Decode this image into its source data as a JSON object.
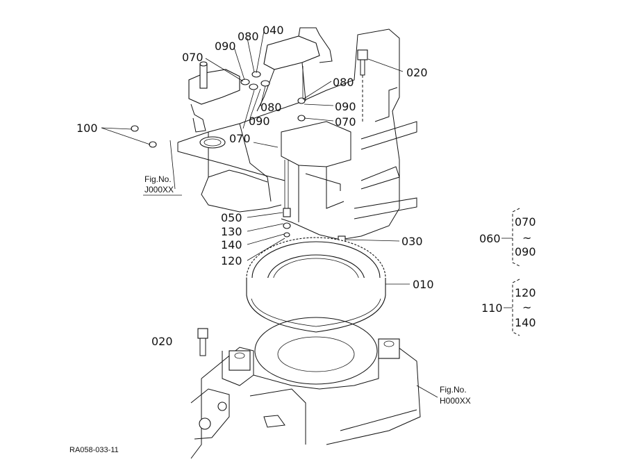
{
  "drawing_code": "RA058-033-11",
  "references": {
    "upper": {
      "line1": "Fig.No.",
      "line2": "J000XX"
    },
    "lower": {
      "line1": "Fig.No.",
      "line2": "H000XX"
    }
  },
  "callouts": [
    {
      "id": "c-040",
      "text": "040"
    },
    {
      "id": "c-080a",
      "text": "080"
    },
    {
      "id": "c-090a",
      "text": "090"
    },
    {
      "id": "c-070a",
      "text": "070"
    },
    {
      "id": "c-020a",
      "text": "020"
    },
    {
      "id": "c-080b",
      "text": "080"
    },
    {
      "id": "c-090b",
      "text": "090"
    },
    {
      "id": "c-070b",
      "text": "070"
    },
    {
      "id": "c-080c",
      "text": "080"
    },
    {
      "id": "c-090c",
      "text": "090"
    },
    {
      "id": "c-070c",
      "text": "070"
    },
    {
      "id": "c-100",
      "text": "100"
    },
    {
      "id": "c-050",
      "text": "050"
    },
    {
      "id": "c-130",
      "text": "130"
    },
    {
      "id": "c-140",
      "text": "140"
    },
    {
      "id": "c-120",
      "text": "120"
    },
    {
      "id": "c-030",
      "text": "030"
    },
    {
      "id": "c-010",
      "text": "010"
    },
    {
      "id": "c-020b",
      "text": "020"
    }
  ],
  "groups": [
    {
      "label": "060",
      "top": "070",
      "tilde": "~",
      "bottom": "090"
    },
    {
      "label": "110",
      "top": "120",
      "tilde": "~",
      "bottom": "140"
    }
  ]
}
